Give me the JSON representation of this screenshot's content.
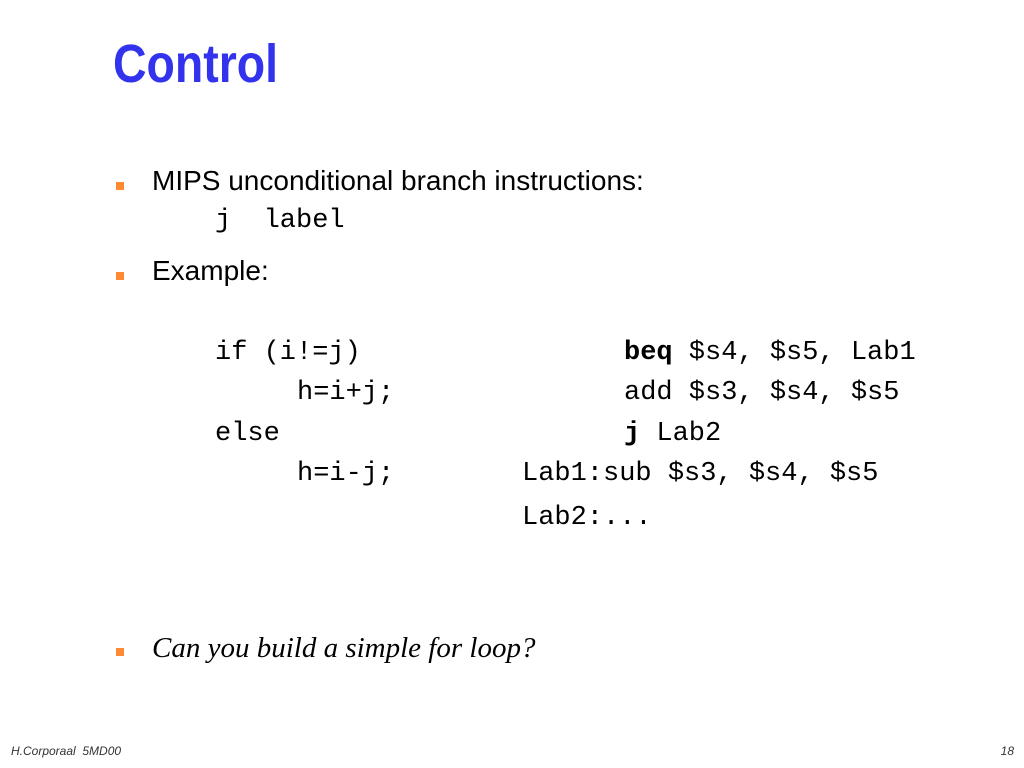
{
  "slide": {
    "title": "Control",
    "accent_color": "#3333ee",
    "bullet_color": "#ff8833",
    "bullets": [
      {
        "text": "MIPS unconditional branch instructions:",
        "code": "j  label"
      },
      {
        "text": "Example:"
      },
      {
        "text": "Can you build a simple for loop?"
      }
    ],
    "example": {
      "c_code": [
        "if (i!=j)",
        "h=i+j;",
        "else",
        "h=i-j;"
      ],
      "asm": {
        "line1_op": "beq",
        "line1_args": " $s4, $s5, Lab1",
        "line2": "add $s3, $s4, $s5",
        "line3_op": "j",
        "line3_args": " Lab2",
        "line4": "Lab1:sub $s3, $s4, $s5",
        "line5": "Lab2:..."
      }
    }
  },
  "footer": {
    "author": "H.Corporaal  5MD00",
    "page_number": "18"
  }
}
